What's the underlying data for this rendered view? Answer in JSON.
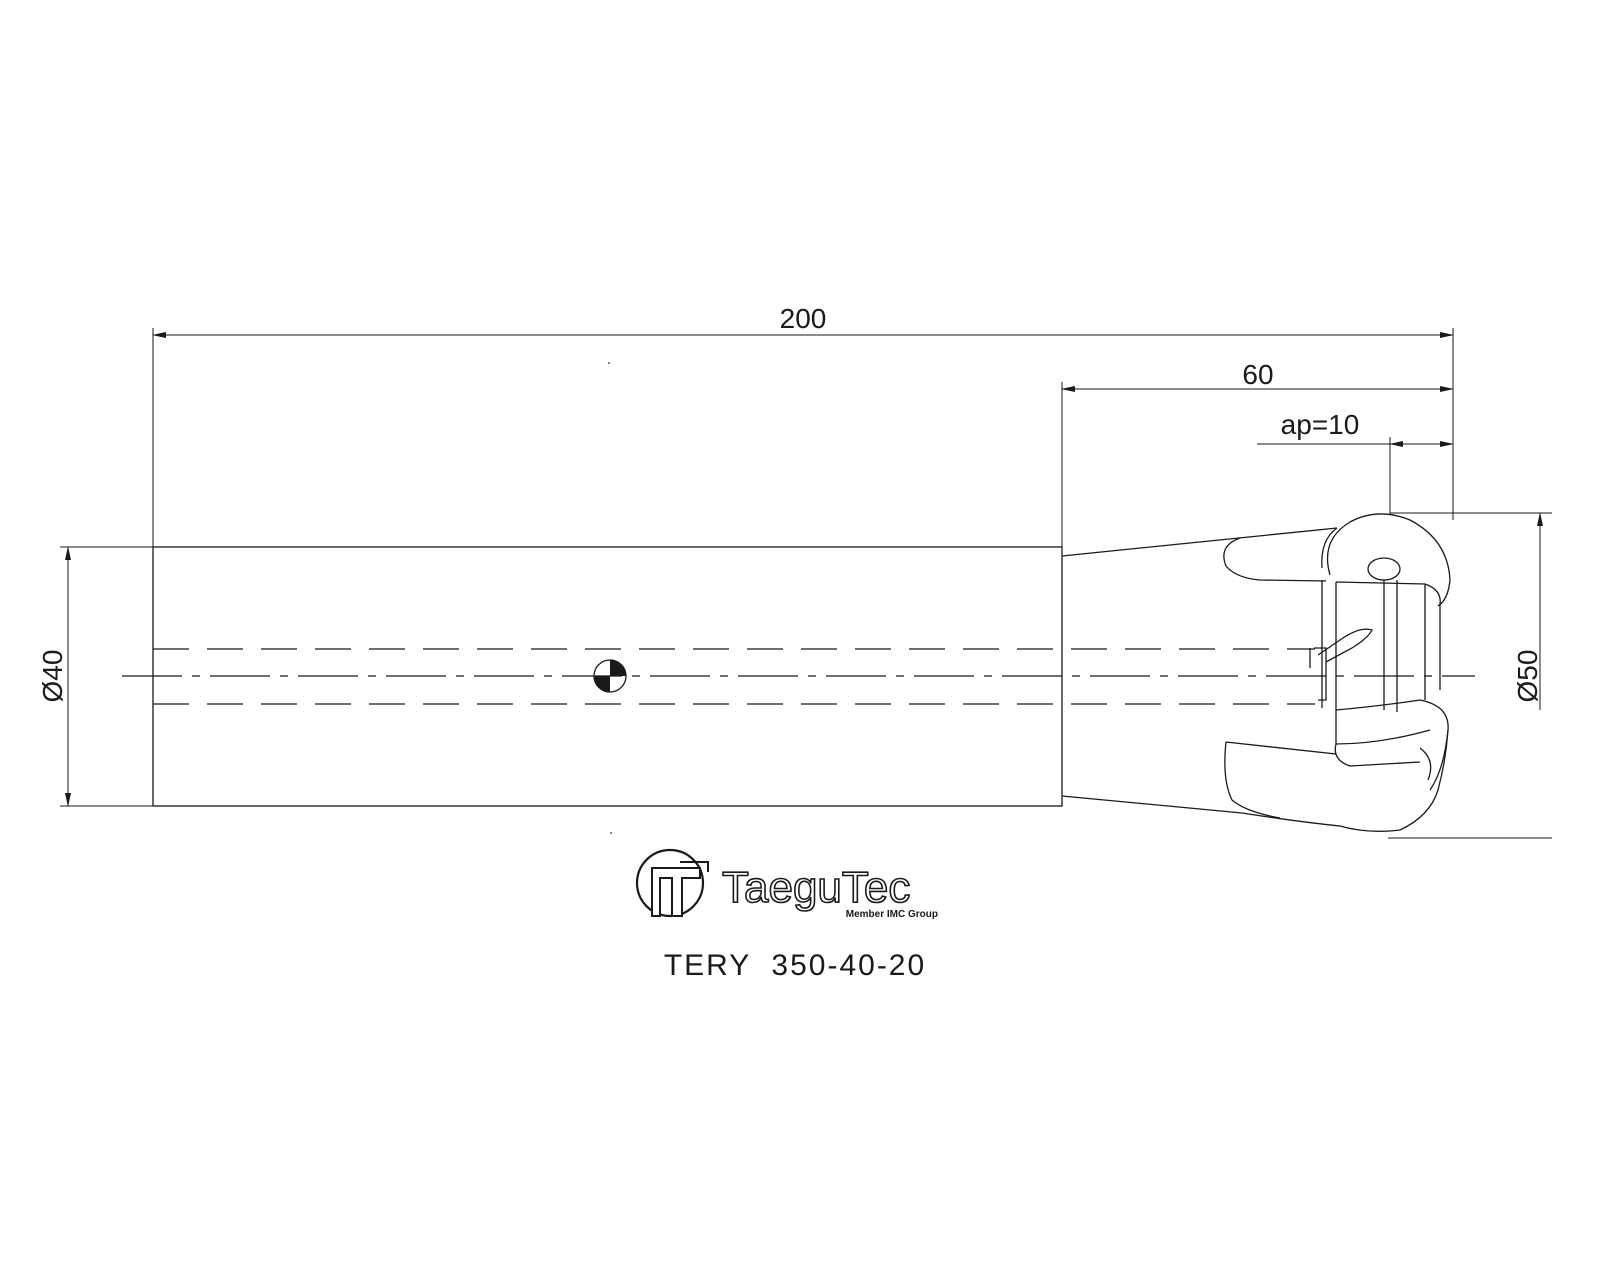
{
  "dimensions": {
    "overall_length": "200",
    "head_length": "60",
    "ap": "ap=10",
    "shank_diameter": "Ø40",
    "cutting_diameter": "Ø50"
  },
  "logo": {
    "brand": "TaeguTec",
    "tagline": "Member IMC Group"
  },
  "model_code": "TERY  350-40-20"
}
